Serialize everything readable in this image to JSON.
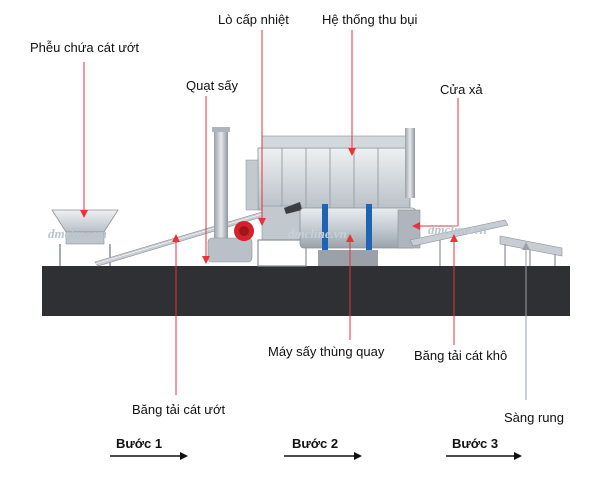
{
  "labels": {
    "hopper": "Phễu chứa cát ướt",
    "fan": "Quạt sấy",
    "furnace": "Lò cấp nhiệt",
    "dust": "Hệ thống thu bụi",
    "outlet": "Cửa xả",
    "dryer": "Máy sấy thùng quay",
    "dry_conveyor": "Băng tải cát khô",
    "wet_conveyor": "Băng tải cát ướt",
    "screen": "Sàng rung"
  },
  "steps": [
    "Bước 1",
    "Bước 2",
    "Bước 3"
  ],
  "watermark": "dmcline.vn",
  "colors": {
    "ground": "#2f3033",
    "pointer": "#e8323c",
    "steel": "#c9cfd4",
    "drum": "#d8dde2",
    "furnace_red": "#d6212a",
    "blue_ring": "#1f63b4",
    "step_arrow": "#111111"
  }
}
